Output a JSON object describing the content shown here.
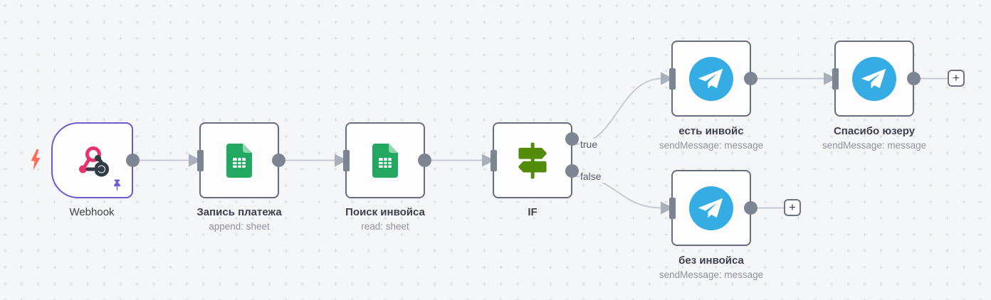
{
  "workflow": {
    "nodes": [
      {
        "name": "Webhook",
        "subtitle": "",
        "type": "webhook-trigger"
      },
      {
        "name": "Запись платежа",
        "subtitle": "append: sheet",
        "type": "google-sheets"
      },
      {
        "name": "Поиск инвойса",
        "subtitle": "read: sheet",
        "type": "google-sheets"
      },
      {
        "name": "IF",
        "subtitle": "",
        "type": "if",
        "outputs": [
          {
            "label": "true"
          },
          {
            "label": "false"
          }
        ]
      },
      {
        "name": "есть инвойс",
        "subtitle": "sendMessage: message",
        "type": "telegram"
      },
      {
        "name": "Спасибо юзеру",
        "subtitle": "sendMessage: message",
        "type": "telegram"
      },
      {
        "name": "без инвойса",
        "subtitle": "sendMessage: message",
        "type": "telegram"
      }
    ],
    "add_button_label": "+",
    "colors": {
      "canvas_bg": "#f5f6f8",
      "grid_dot": "#d8dbe2",
      "node_border": "#676e7d",
      "trigger_border": "#6e5bd0",
      "endpoint_gray": "#7d8492",
      "wire_gray": "#c6cad3",
      "webhook_pink": "#e8336d",
      "webhook_dark": "#323c46",
      "sheets_green": "#23a862",
      "sheets_fold": "#8fd6ae",
      "telegram_blue": "#35ade4",
      "if_green": "#538b0b",
      "pin_purple": "#6d5bd6",
      "bolt_coral": "#ff6d5a"
    }
  }
}
